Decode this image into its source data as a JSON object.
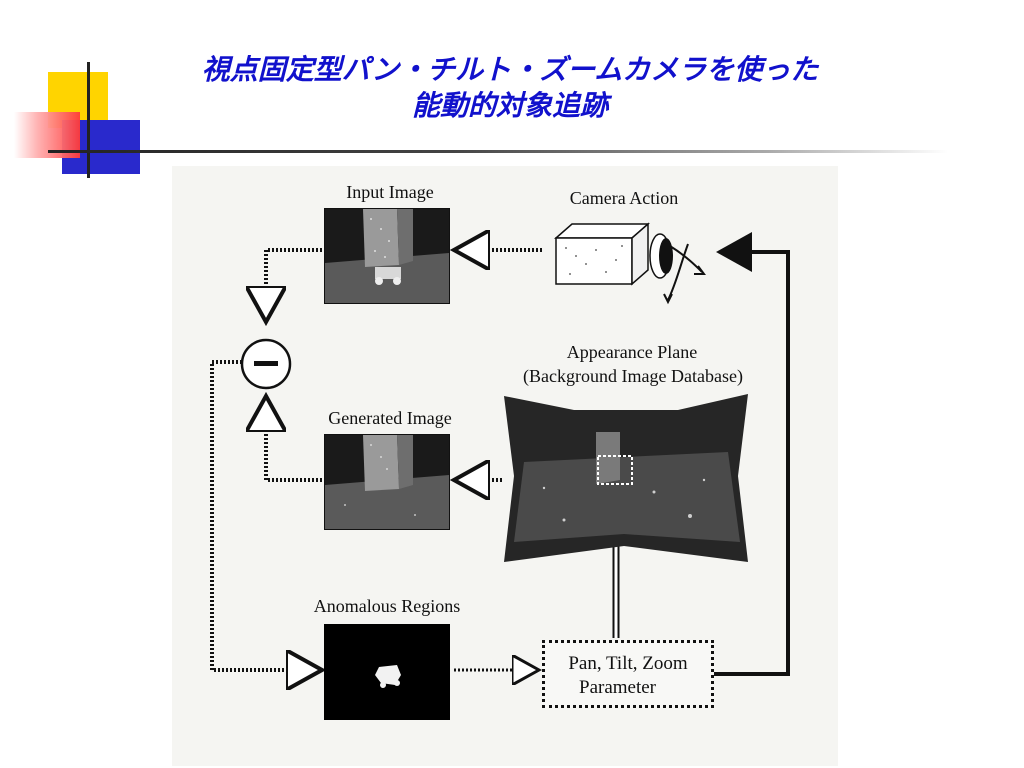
{
  "slide": {
    "title_line1": "視点固定型パン・チルト・ズームカメラを使った",
    "title_line2": "能動的対象追跡"
  },
  "figure": {
    "input_image_label": "Input Image",
    "camera_action_label": "Camera Action",
    "appearance_plane_label": "Appearance Plane",
    "background_db_label": "(Background Image Database)",
    "generated_image_label": "Generated Image",
    "anomalous_regions_label": "Anomalous Regions",
    "ptz_line1": "Pan, Tilt, Zoom",
    "ptz_line2": "Parameter",
    "minus_symbol": "−"
  },
  "colors": {
    "title": "#1111cc",
    "accent_yellow": "#ffd400",
    "accent_blue": "#2929cc",
    "accent_red": "#ff3a3a"
  }
}
